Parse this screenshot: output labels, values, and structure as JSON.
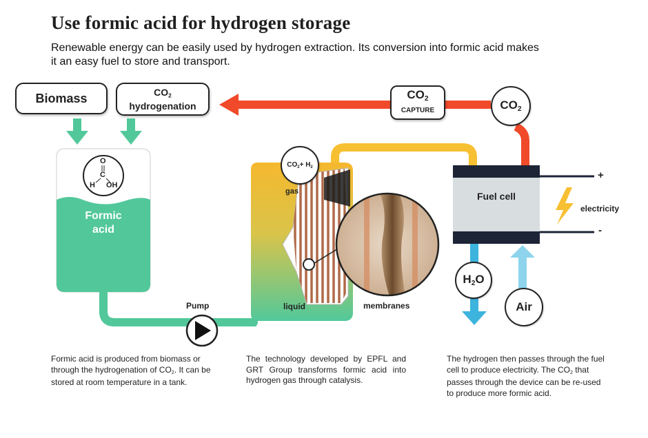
{
  "title": "Use formic acid for hydrogen storage",
  "subtitle": "Renewable energy can be easily used by hydrogen extraction. Its conversion into formic acid makes it an easy fuel to store and transport.",
  "boxes": {
    "biomass": "Biomass",
    "co2_hydrogenation_prefix": "CO",
    "co2_hydrogenation_sub": "2",
    "co2_hydrogenation_text": "hydrogenation",
    "co2_capture_prefix": "CO",
    "co2_capture_sub": "2",
    "co2_capture_text": "CAPTURE"
  },
  "bubbles": {
    "co2_prefix": "CO",
    "co2_sub": "2",
    "co2h2_a": "CO",
    "co2h2_sub": "2",
    "co2h2_b": "+ H",
    "co2h2_sub2": "2",
    "h2o_a": "H",
    "h2o_sub": "2",
    "h2o_b": "O",
    "air": "Air"
  },
  "molecule": {
    "o": "O",
    "c": "C",
    "h": "H",
    "oh": "OH"
  },
  "tank": {
    "label_line1": "Formic",
    "label_line2": "acid"
  },
  "reactor": {
    "gas": "gas",
    "liquid": "liquid",
    "membranes": "membranes"
  },
  "pump_label": "Pump",
  "fuel_cell": {
    "label": "Fuel cell",
    "plus": "+",
    "minus": "-",
    "electricity": "electricity"
  },
  "captions": {
    "left_a": "Formic acid is produced from biomass or through the hydrogenation of CO",
    "left_sub": "2",
    "left_b": ". It can be stored at room temperature in a tank.",
    "middle": "The technology developed by EPFL and GRT Group transforms formic acid into hydrogen gas through catalysis.",
    "right_a": "The hydrogen then passes through the fuel cell to produce electricity. The CO",
    "right_sub": "2",
    "right_b": " that passes through the device can be re-used to produce more formic acid."
  },
  "colors": {
    "green": "#52c89a",
    "red": "#f04a2a",
    "yellow": "#f7c033",
    "blue": "#3cb4de",
    "light_blue": "#8dd4ec",
    "navy": "#1c2436",
    "gray": "#d8dde0"
  }
}
